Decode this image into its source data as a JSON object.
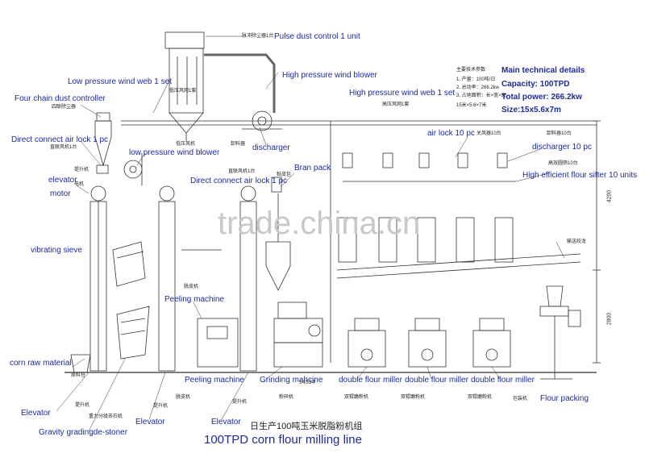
{
  "labels": {
    "pulse_dust": "Pulse dust control 1 unit",
    "low_wind_web": "Low pressure wind web 1 set",
    "high_blower": "High pressure wind blower",
    "high_wind_web": "High pressure wind web 1 set",
    "four_chain": "Four chain dust controller",
    "direct_air_lock_1": "Direct connect air lock 1 pc",
    "low_blower": "low pressure wind blower",
    "discharger": "discharger",
    "bran_pack": "Bran pack",
    "air_lock_10": "air lock 10 pc",
    "discharger_10": "discharger 10 pc",
    "high_sifter": "High efficient flour sifter 10 units",
    "direct_air_lock_2": "Direct connect air lock 1 pc",
    "elevator": "elevator",
    "motor": "motor",
    "vibrating_sieve": "vibrating sieve",
    "peeling_machine_1": "Peeling machine",
    "corn_raw": "corn raw material",
    "peeling_machine_2": "Peeling machine",
    "grinding": "Grinding mahcine",
    "double_miller_1": "double flour miller",
    "double_miller_2": "double flour miller",
    "double_miller_3": "double flour miller",
    "flour_packing": "Flour packing",
    "elevator_a": "Elevator",
    "gravity": "Gravity gradingde-stoner",
    "elevator_b": "Elevator",
    "elevator_c": "Elevator"
  },
  "tech": {
    "heading": "Main technical details",
    "capacity": "Capacity: 100TPD",
    "power": "Total power: 266.2kw",
    "size": "Size:15x5.6x7m",
    "cn_lines": [
      "主要技术参数:",
      "1. 产量：100吨/日",
      "2. 总动率：266.2kw",
      "3. 占地面积：长×宽×高",
      "15米×5.6×7米"
    ]
  },
  "cn": {
    "pulse": "脉冲除尘器1台",
    "low_web": "低压风网1套",
    "high_web": "高压风网1套",
    "four_chain": "四联除尘器",
    "direct_lock": "直联风机1台",
    "low_blower": "低压风机",
    "discharger": "卸料器",
    "air_lock": "关风器10台",
    "discharger10": "卸料器10台",
    "sifter": "高效圆筛10台",
    "direct_lock2": "直联风机1台",
    "bran": "麸皮包",
    "elevator": "提升机",
    "motor": "电机",
    "peel": "脱皮机",
    "auger": "输送绞龙",
    "corn": "原料仓",
    "grind": "粉碎机",
    "miller1": "双辊磨粉机",
    "miller2": "双辊磨粉机",
    "miller3": "双辊磨粉机",
    "pack": "包装机",
    "gravity": "重力分级去石机",
    "peel_bottom": "脱皮机",
    "elev_b": "提升机",
    "elev_c": "提升机",
    "elev_a": "提升机",
    "title": "日生产100吨玉米脱脂粉机组"
  },
  "dims": {
    "d1": "4200",
    "d2": "2800",
    "d3": "14534"
  },
  "watermark": "trade.china.cn",
  "title": "100TPD corn flour milling line"
}
